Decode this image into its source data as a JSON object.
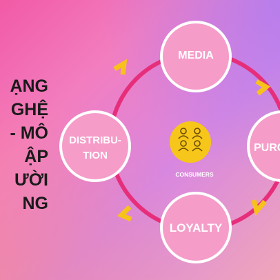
{
  "headline": {
    "lines": [
      "ẠNG",
      "GHỆ",
      "- MÔ",
      "ẬP",
      "ƯỜI",
      "NG"
    ]
  },
  "center": {
    "label": "CONSUMERS",
    "icon": "people-group-icon"
  },
  "nodes": [
    {
      "id": "media",
      "lines": [
        "MEDIA"
      ]
    },
    {
      "id": "purchase",
      "lines": [
        "PURC"
      ]
    },
    {
      "id": "loyalty",
      "lines": [
        "LOYALTY"
      ]
    },
    {
      "id": "distribution",
      "lines": [
        "DISTRIBU-",
        "TION"
      ]
    }
  ],
  "colors": {
    "ring": "#e62e7a",
    "node_fill": "#f59cc8",
    "node_stroke": "#ffffff",
    "center_fill": "#f6c61a",
    "arrow": "#f7c21a"
  }
}
